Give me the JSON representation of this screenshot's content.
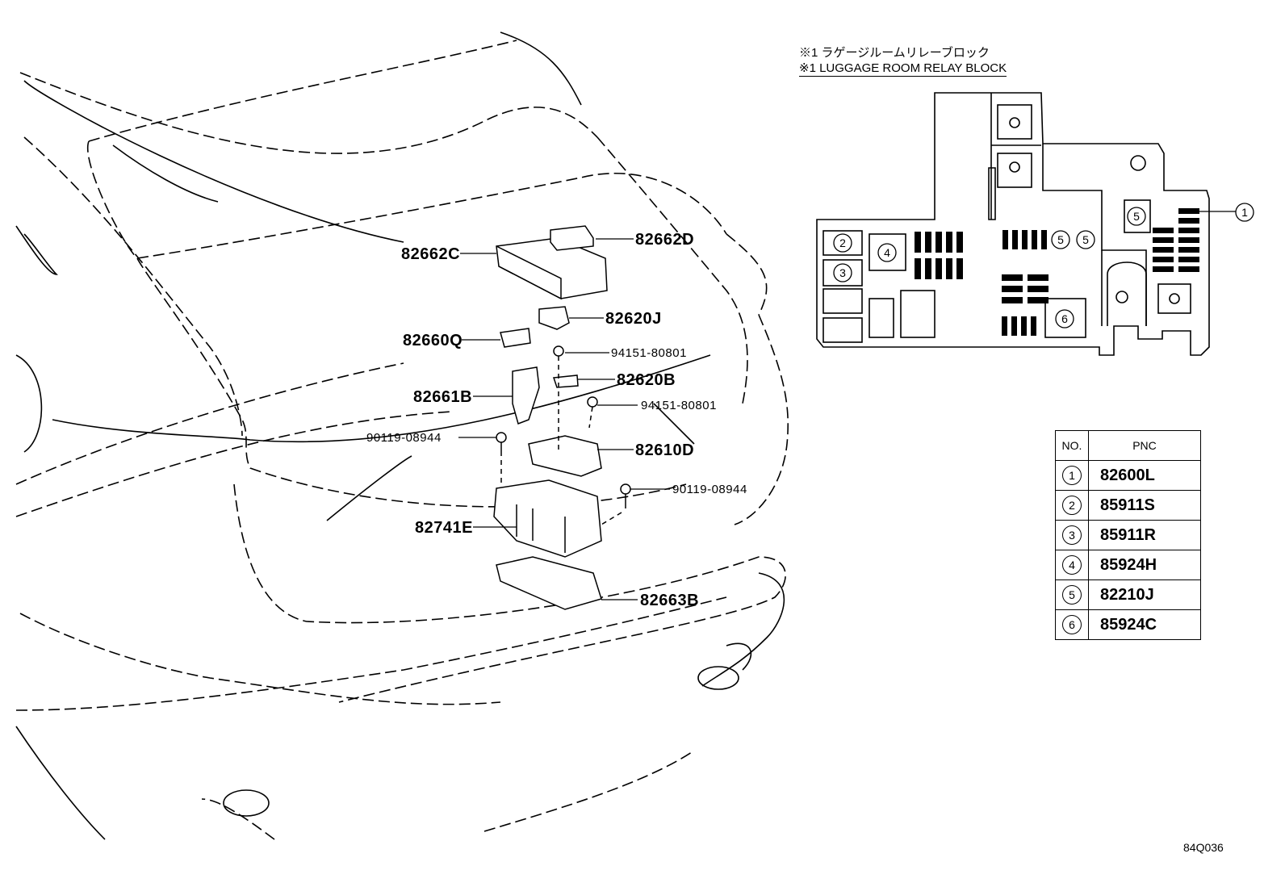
{
  "header": {
    "title_jp": "※1 ラゲージルームリレーブロック",
    "title_en": "※1 LUGGAGE ROOM RELAY BLOCK"
  },
  "callouts": {
    "c82662D": "82662D",
    "c82662C": "82662C",
    "c82620J": "82620J",
    "c82660Q": "82660Q",
    "c94151a": "94151-80801",
    "c82620B": "82620B",
    "c82661B": "82661B",
    "c94151b": "94151-80801",
    "c90119a": "90119-08944",
    "c82610D": "82610D",
    "c90119b": "90119-08944",
    "c82741E": "82741E",
    "c82663B": "82663B"
  },
  "relay_block": {
    "markers": {
      "m1": "1",
      "m2": "2",
      "m3": "3",
      "m4": "4",
      "m5a": "5",
      "m5b": "5",
      "m5c": "5",
      "m6": "6"
    }
  },
  "table": {
    "headers": {
      "no": "NO.",
      "pnc": "PNC"
    },
    "rows": [
      {
        "no": "1",
        "pnc": "82600L"
      },
      {
        "no": "2",
        "pnc": "85911S"
      },
      {
        "no": "3",
        "pnc": "85911R"
      },
      {
        "no": "4",
        "pnc": "85924H"
      },
      {
        "no": "5",
        "pnc": "82210J"
      },
      {
        "no": "6",
        "pnc": "85924C"
      }
    ]
  },
  "figure_code": "84Q036"
}
